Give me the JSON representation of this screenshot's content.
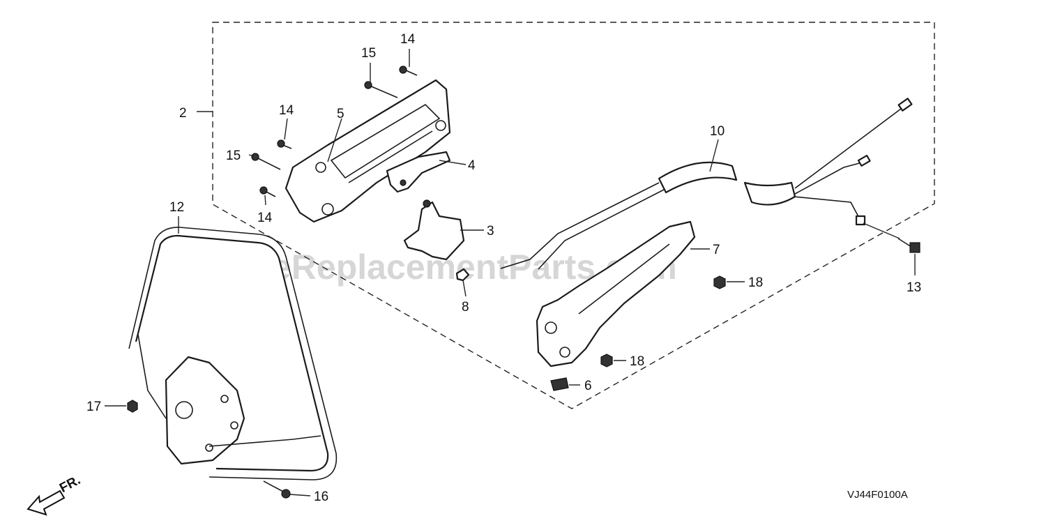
{
  "watermark": "eReplacementParts.com",
  "drawing_code": "VJ44F0100A",
  "direction_label": "FR.",
  "callouts": [
    {
      "id": "c2",
      "text": "2"
    },
    {
      "id": "c3",
      "text": "3"
    },
    {
      "id": "c4",
      "text": "4"
    },
    {
      "id": "c5",
      "text": "5"
    },
    {
      "id": "c6",
      "text": "6"
    },
    {
      "id": "c7",
      "text": "7"
    },
    {
      "id": "c8",
      "text": "8"
    },
    {
      "id": "c10",
      "text": "10"
    },
    {
      "id": "c12",
      "text": "12"
    },
    {
      "id": "c13",
      "text": "13"
    },
    {
      "id": "c14a",
      "text": "14"
    },
    {
      "id": "c14b",
      "text": "14"
    },
    {
      "id": "c14c",
      "text": "14"
    },
    {
      "id": "c15a",
      "text": "15"
    },
    {
      "id": "c15b",
      "text": "15"
    },
    {
      "id": "c16",
      "text": "16"
    },
    {
      "id": "c17",
      "text": "17"
    },
    {
      "id": "c18a",
      "text": "18"
    },
    {
      "id": "c18b",
      "text": "18"
    }
  ]
}
